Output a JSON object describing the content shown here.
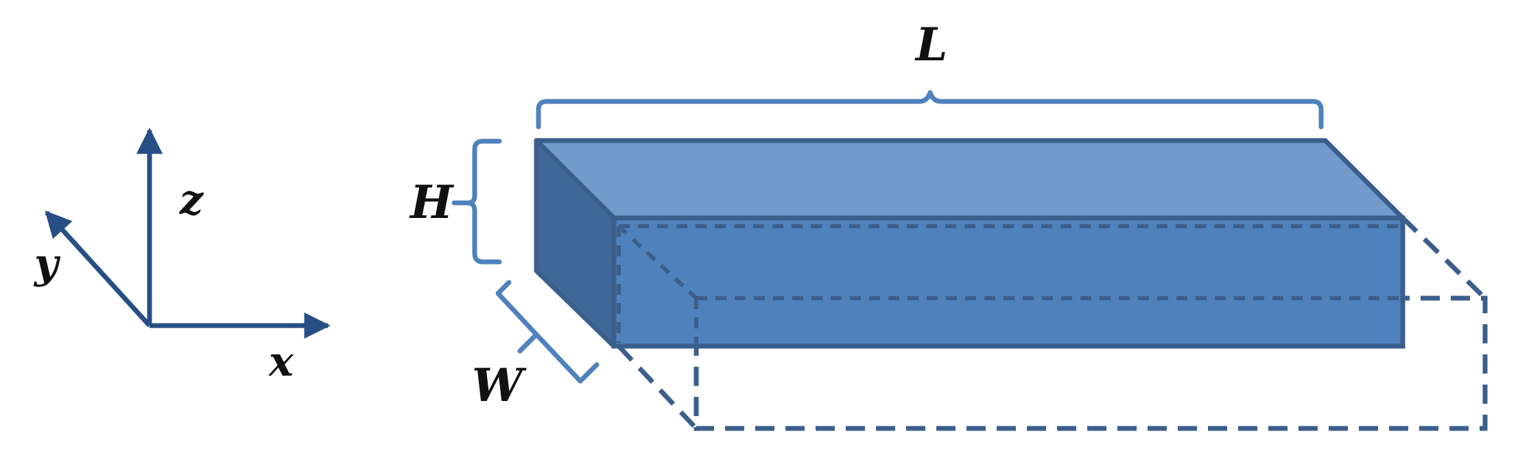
{
  "axes": {
    "x_label": "x",
    "y_label": "y",
    "z_label": "z"
  },
  "dimensions": {
    "length_label": "L",
    "height_label": "H",
    "width_label": "W"
  },
  "colors": {
    "axis": "#274f86",
    "bracket": "#4f81bd",
    "top_face": "#729bcc",
    "front_face": "#4f81bd",
    "side_face": "#3f6898",
    "edge": "#3b5f8c",
    "dashed": "#3b5f8c",
    "text": "#111111"
  }
}
